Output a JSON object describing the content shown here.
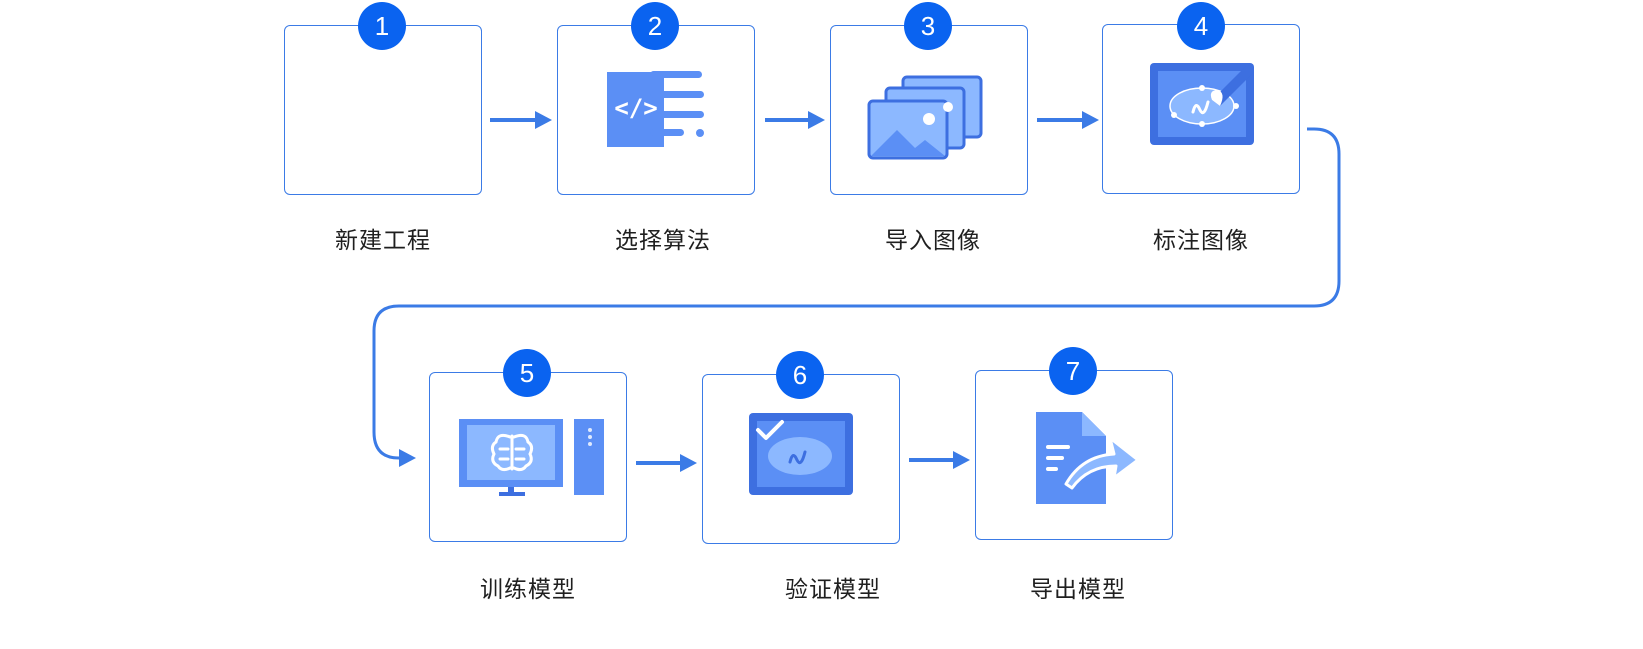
{
  "colors": {
    "accent": "#0a63f0",
    "line": "#3b7be6",
    "icon_dark": "#3d6fe0",
    "icon_mid": "#5b8ff5",
    "icon_light": "#8cb8ff"
  },
  "steps": [
    {
      "number": "1",
      "label": "新建工程",
      "icon": "blank"
    },
    {
      "number": "2",
      "label": "选择算法",
      "icon": "code-icon",
      "code_text": "</>"
    },
    {
      "number": "3",
      "label": "导入图像",
      "icon": "image-stack-icon"
    },
    {
      "number": "4",
      "label": "标注图像",
      "icon": "annotate-icon"
    },
    {
      "number": "5",
      "label": "训练模型",
      "icon": "computer-brain-icon"
    },
    {
      "number": "6",
      "label": "验证模型",
      "icon": "verify-icon"
    },
    {
      "number": "7",
      "label": "导出模型",
      "icon": "export-icon"
    }
  ]
}
